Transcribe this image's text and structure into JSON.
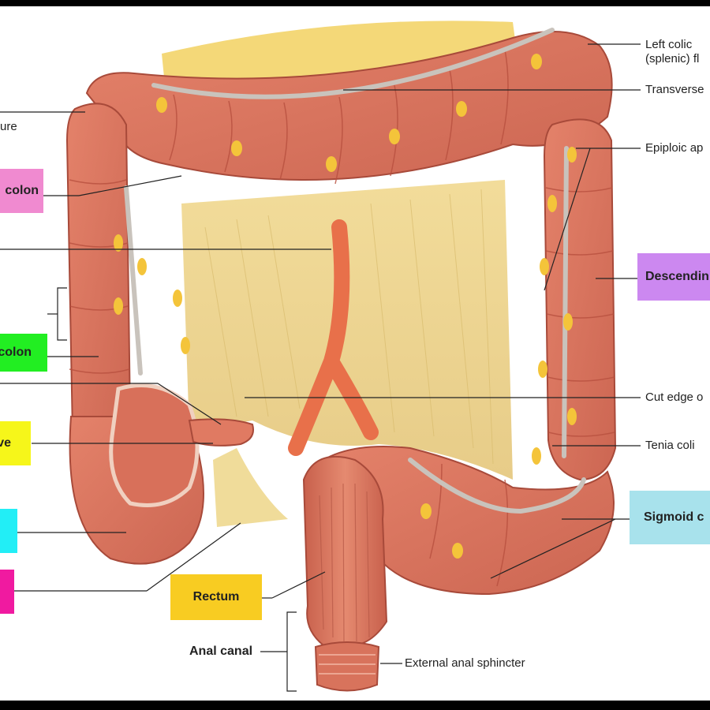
{
  "labels": {
    "left_colic_1": "Left colic",
    "left_colic_2": "(splenic) fl",
    "transverse": "Transverse",
    "epiploic": "Epiploic ap",
    "descending": "Descendin",
    "cut_edge": "Cut edge o",
    "tenia_coli": "Tenia coli",
    "sigmoid": "Sigmoid c",
    "flexure_left": "ure",
    "colon_pink": "colon",
    "colon_green": "colon",
    "yellow_left": "ve",
    "rectum": "Rectum",
    "anal_canal": "Anal canal",
    "external_sphincter": "External anal sphincter"
  },
  "colors": {
    "pink": "#f08ad0",
    "purple": "#cc88f0",
    "green": "#22ee22",
    "yellow": "#f6f61a",
    "cyan": "#22eef6",
    "magenta": "#f01aa0",
    "gold": "#f8cc22",
    "sky": "#a8e2ec"
  }
}
